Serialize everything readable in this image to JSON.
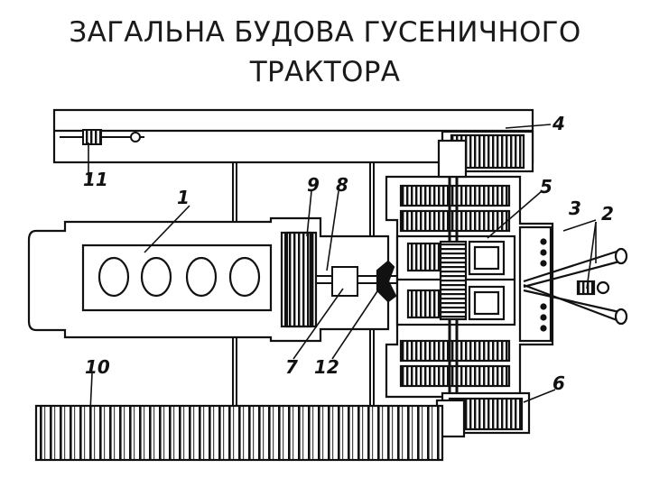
{
  "title": {
    "line1": "ЗАГАЛЬНА БУДОВА ГУСЕНИЧНОГО",
    "line2": "ТРАКТОРА"
  },
  "diagram": {
    "labels": {
      "l1": "1",
      "l2": "2",
      "l3": "3",
      "l4": "4",
      "l5": "5",
      "l6": "6",
      "l7": "7",
      "l8": "8",
      "l9": "9",
      "l10": "10",
      "l11": "11",
      "l12": "12"
    }
  },
  "colors": {
    "ink": "#111111",
    "background": "#ffffff"
  }
}
